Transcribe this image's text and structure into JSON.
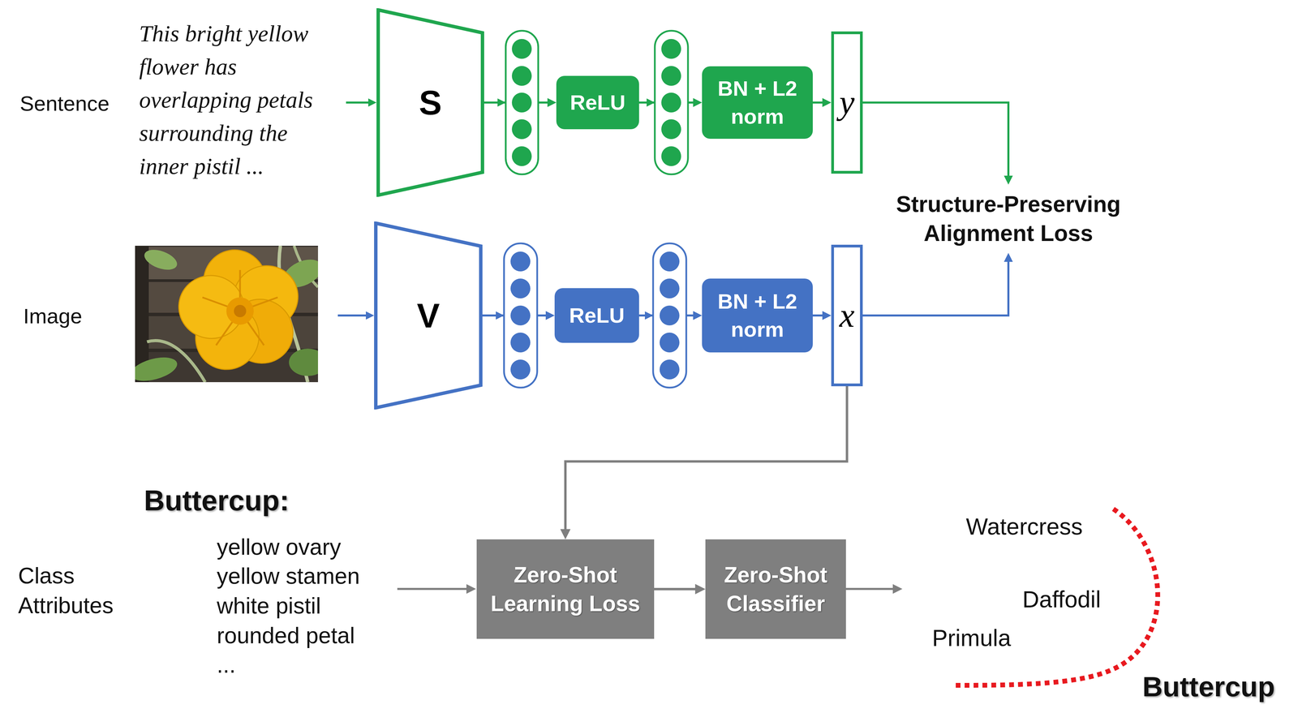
{
  "diagram": {
    "nodes": [
      {
        "text": [
          "S"
        ]
      },
      {
        "text": [
          "ReLU"
        ]
      },
      {
        "text": [
          "BN + L2 norm"
        ]
      },
      {
        "text": [
          "y"
        ]
      },
      {
        "text": [
          "Structure-Preserving Alignment Loss"
        ]
      },
      {
        "text": [
          "V"
        ]
      },
      {
        "text": [
          "ReLU"
        ]
      },
      {
        "text": [
          "BN + L2 norm"
        ]
      },
      {
        "text": [
          "x"
        ]
      },
      {
        "text": [
          "Zero-Shot Learning Loss"
        ]
      },
      {
        "text": [
          "Zero-Shot Classifier"
        ]
      }
    ],
    "edges": [
      {
        "from": 0,
        "to": 1,
        "arrow": "to"
      },
      {
        "from": 1,
        "to": 2,
        "arrow": "to"
      },
      {
        "from": 2,
        "to": 3,
        "arrow": "to"
      },
      {
        "from": 5,
        "to": 6,
        "arrow": "to"
      },
      {
        "from": 6,
        "to": 7,
        "arrow": "to"
      },
      {
        "from": 7,
        "to": 8,
        "arrow": "to"
      },
      {
        "from": 3,
        "to": 4,
        "arrow": "to"
      },
      {
        "from": 8,
        "to": 4,
        "arrow": "to"
      },
      {
        "from": 8,
        "to": 9,
        "arrow": "to"
      },
      {
        "from": 9,
        "to": 10,
        "arrow": "to"
      }
    ],
    "labels": [
      "Sentence",
      "This bright yellow flower has overlapping petals surrounding the inner pistil ...",
      "Image",
      "Class Attributes",
      "Buttercup:",
      "yellow ovary",
      "yellow stamen",
      "white pistil",
      "rounded petal",
      "...",
      "Watercress",
      "Daffodil",
      "Primula",
      "Buttercup"
    ]
  }
}
